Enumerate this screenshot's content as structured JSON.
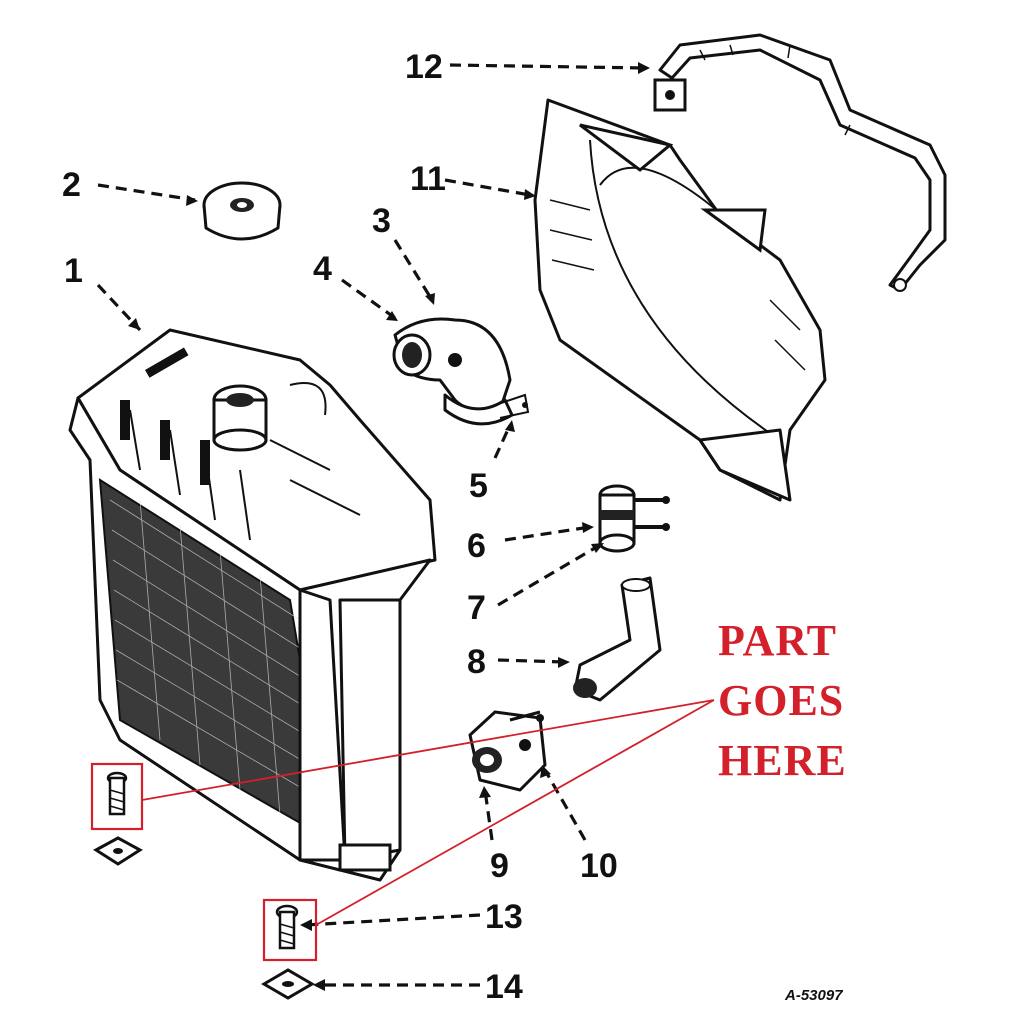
{
  "diagram": {
    "callouts": [
      {
        "id": "1",
        "label": "1"
      },
      {
        "id": "2",
        "label": "2"
      },
      {
        "id": "3",
        "label": "3"
      },
      {
        "id": "4",
        "label": "4"
      },
      {
        "id": "5",
        "label": "5"
      },
      {
        "id": "6",
        "label": "6"
      },
      {
        "id": "7",
        "label": "7"
      },
      {
        "id": "8",
        "label": "8"
      },
      {
        "id": "9",
        "label": "9"
      },
      {
        "id": "10",
        "label": "10"
      },
      {
        "id": "11",
        "label": "11"
      },
      {
        "id": "12",
        "label": "12"
      },
      {
        "id": "13",
        "label": "13"
      },
      {
        "id": "14",
        "label": "14"
      }
    ],
    "annotation": {
      "lines": [
        "PART",
        "GOES",
        "HERE"
      ],
      "color": "#d3202a"
    },
    "figure_ref": "A-53097",
    "colors": {
      "ink": "#111111",
      "highlight": "#d3202a",
      "paper": "#ffffff"
    }
  }
}
